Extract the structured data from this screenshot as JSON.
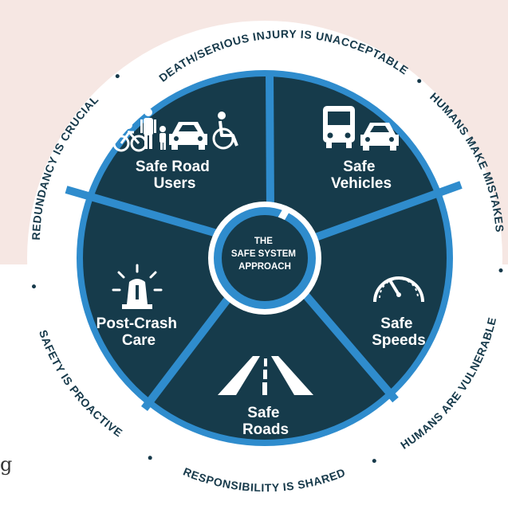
{
  "page": {
    "fragment_text": "g"
  },
  "colors": {
    "background_tint": "#f6e7e3",
    "segment_fill": "#163b4b",
    "divider_blue": "#2f8ccd",
    "ring_text": "#16394a",
    "white": "#ffffff"
  },
  "outer_ring": {
    "principles": [
      "DEATH/SERIOUS INJURY IS UNACCEPTABLE",
      "HUMANS MAKE MISTAKES",
      "HUMANS ARE VULNERABLE",
      "RESPONSIBILITY IS SHARED",
      "SAFETY IS PROACTIVE",
      "REDUNDANCY IS CRUCIAL"
    ]
  },
  "hub": {
    "lines": [
      "THE",
      "SAFE SYSTEM",
      "APPROACH"
    ]
  },
  "segments": [
    {
      "lines": [
        "Safe Road",
        "Users"
      ],
      "icons": [
        "bicycle-icon",
        "pedestrian-family-icon",
        "car-icon",
        "wheelchair-icon"
      ]
    },
    {
      "lines": [
        "Safe",
        "Vehicles"
      ],
      "icons": [
        "bus-icon",
        "car-icon"
      ]
    },
    {
      "lines": [
        "Safe",
        "Speeds"
      ],
      "icons": [
        "speedometer-icon"
      ]
    },
    {
      "lines": [
        "Safe",
        "Roads"
      ],
      "icons": [
        "road-icon"
      ]
    },
    {
      "lines": [
        "Post-Crash",
        "Care"
      ],
      "icons": [
        "emergency-light-icon"
      ]
    }
  ]
}
